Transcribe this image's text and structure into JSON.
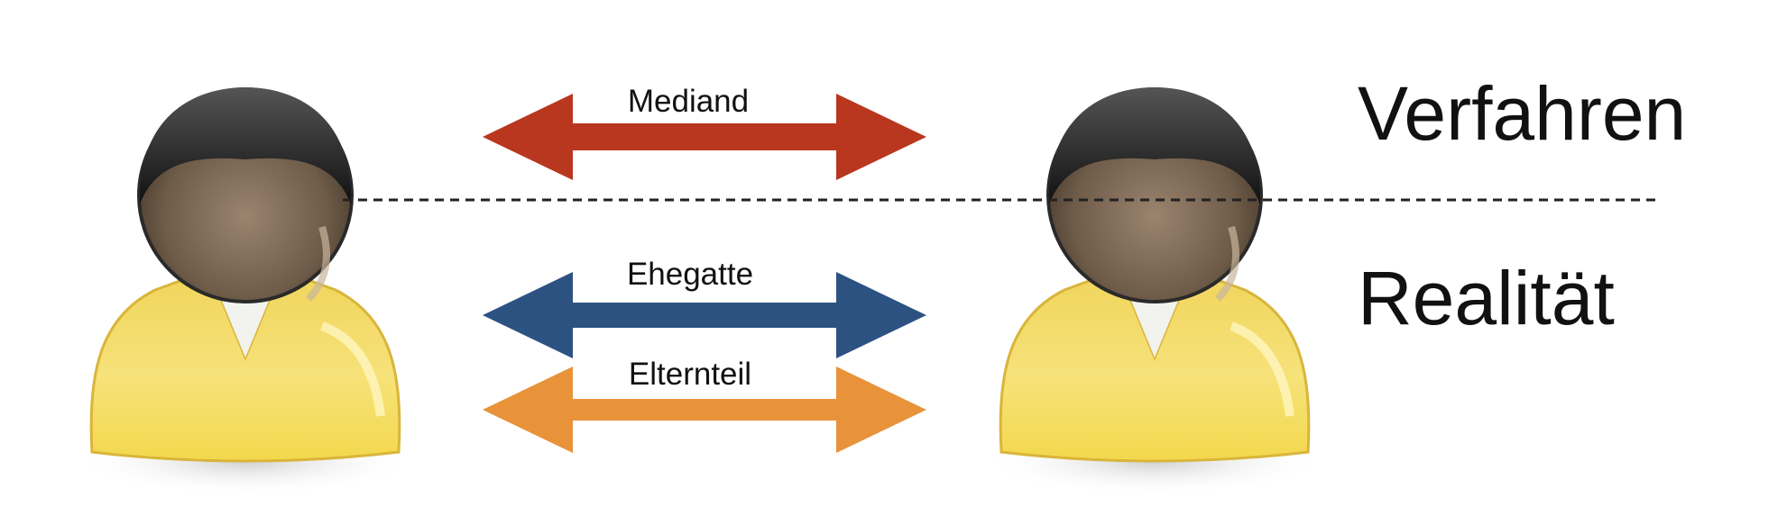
{
  "labels": {
    "top_level": "Verfahren",
    "bottom_level": "Realität"
  },
  "arrows": [
    {
      "label": "Mediand",
      "color": "#b9361f"
    },
    {
      "label": "Ehegatte",
      "color": "#2c5282"
    },
    {
      "label": "Elternteil",
      "color": "#e8923a"
    }
  ],
  "people": [
    "person-left",
    "person-right"
  ],
  "colors": {
    "divider": "#222222",
    "shirt": "#f3d64a",
    "skin": "#7a6552",
    "hair": "#1c1c1c"
  }
}
